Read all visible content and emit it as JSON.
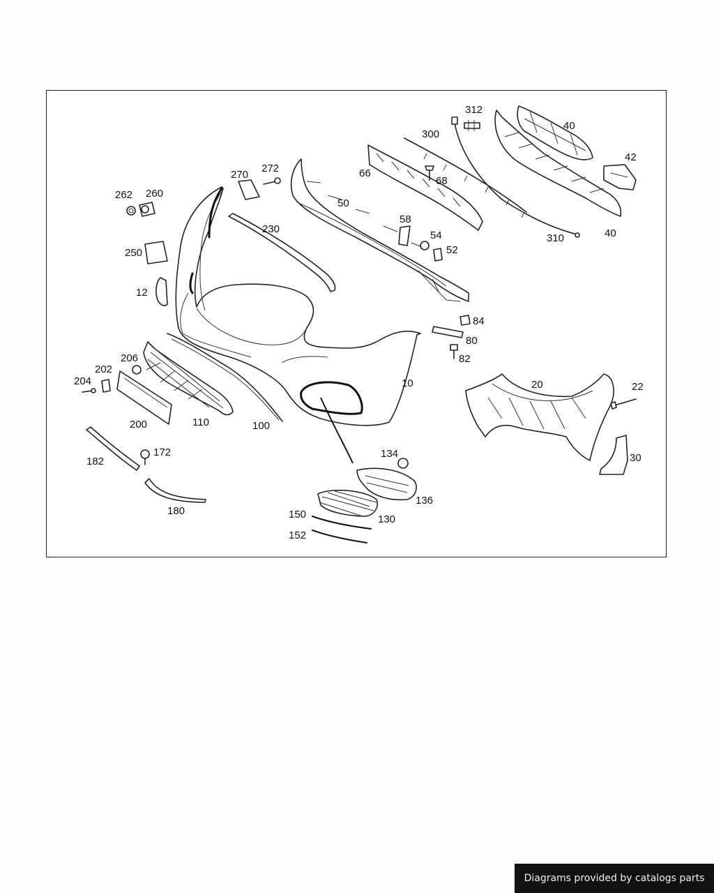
{
  "diagram": {
    "callouts": {
      "c10": "10",
      "c12": "12",
      "c20": "20",
      "c22": "22",
      "c30": "30",
      "c40a": "40",
      "c40b": "40",
      "c42": "42",
      "c50": "50",
      "c52": "52",
      "c54": "54",
      "c58": "58",
      "c66": "66",
      "c68": "68",
      "c80": "80",
      "c82": "82",
      "c84": "84",
      "c100": "100",
      "c110": "110",
      "c130": "130",
      "c134": "134",
      "c136": "136",
      "c150": "150",
      "c152": "152",
      "c172": "172",
      "c180": "180",
      "c182": "182",
      "c200": "200",
      "c202": "202",
      "c204": "204",
      "c206": "206",
      "c230": "230",
      "c250": "250",
      "c260": "260",
      "c262": "262",
      "c270": "270",
      "c272": "272",
      "c300": "300",
      "c310": "310",
      "c312": "312"
    }
  },
  "footer": {
    "credit": "Diagrams provided by catalogs parts"
  },
  "colors": {
    "line": "#222222",
    "banner_bg": "#111111",
    "banner_text": "#f0f0f0"
  }
}
